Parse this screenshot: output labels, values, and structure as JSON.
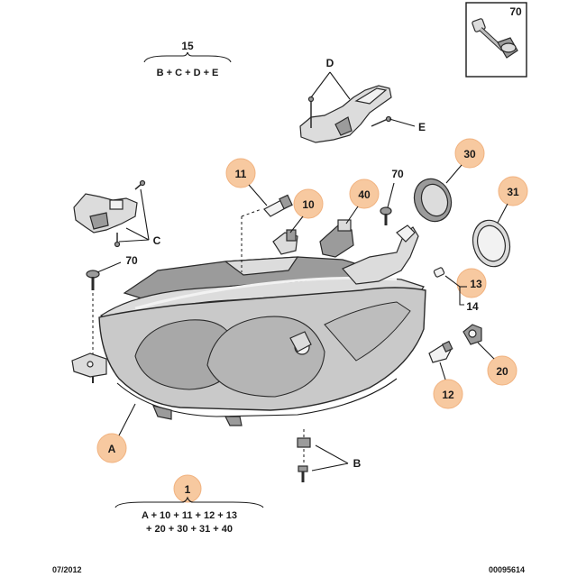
{
  "callouts": {
    "c15": "15",
    "c15_formula": "B + C + D + E",
    "c1": "1",
    "c1_formula_line1": "A + 10 + 11 + 12 + 13",
    "c1_formula_line2": "+ 20 + 30 + 31 + 40",
    "c70_box": "70",
    "c70_a": "70",
    "c70_b": "70",
    "d": "D",
    "e": "E",
    "c": "C",
    "b": "B",
    "a": "A",
    "c11": "11",
    "c10": "10",
    "c40": "40",
    "c30": "30",
    "c31": "31",
    "c13": "13",
    "c14": "14",
    "c12": "12",
    "c20": "20"
  },
  "footer": {
    "date": "07/2012",
    "ref": "00095614"
  },
  "colors": {
    "bubble": "#f7c9a0",
    "line": "#1a1a1a"
  }
}
